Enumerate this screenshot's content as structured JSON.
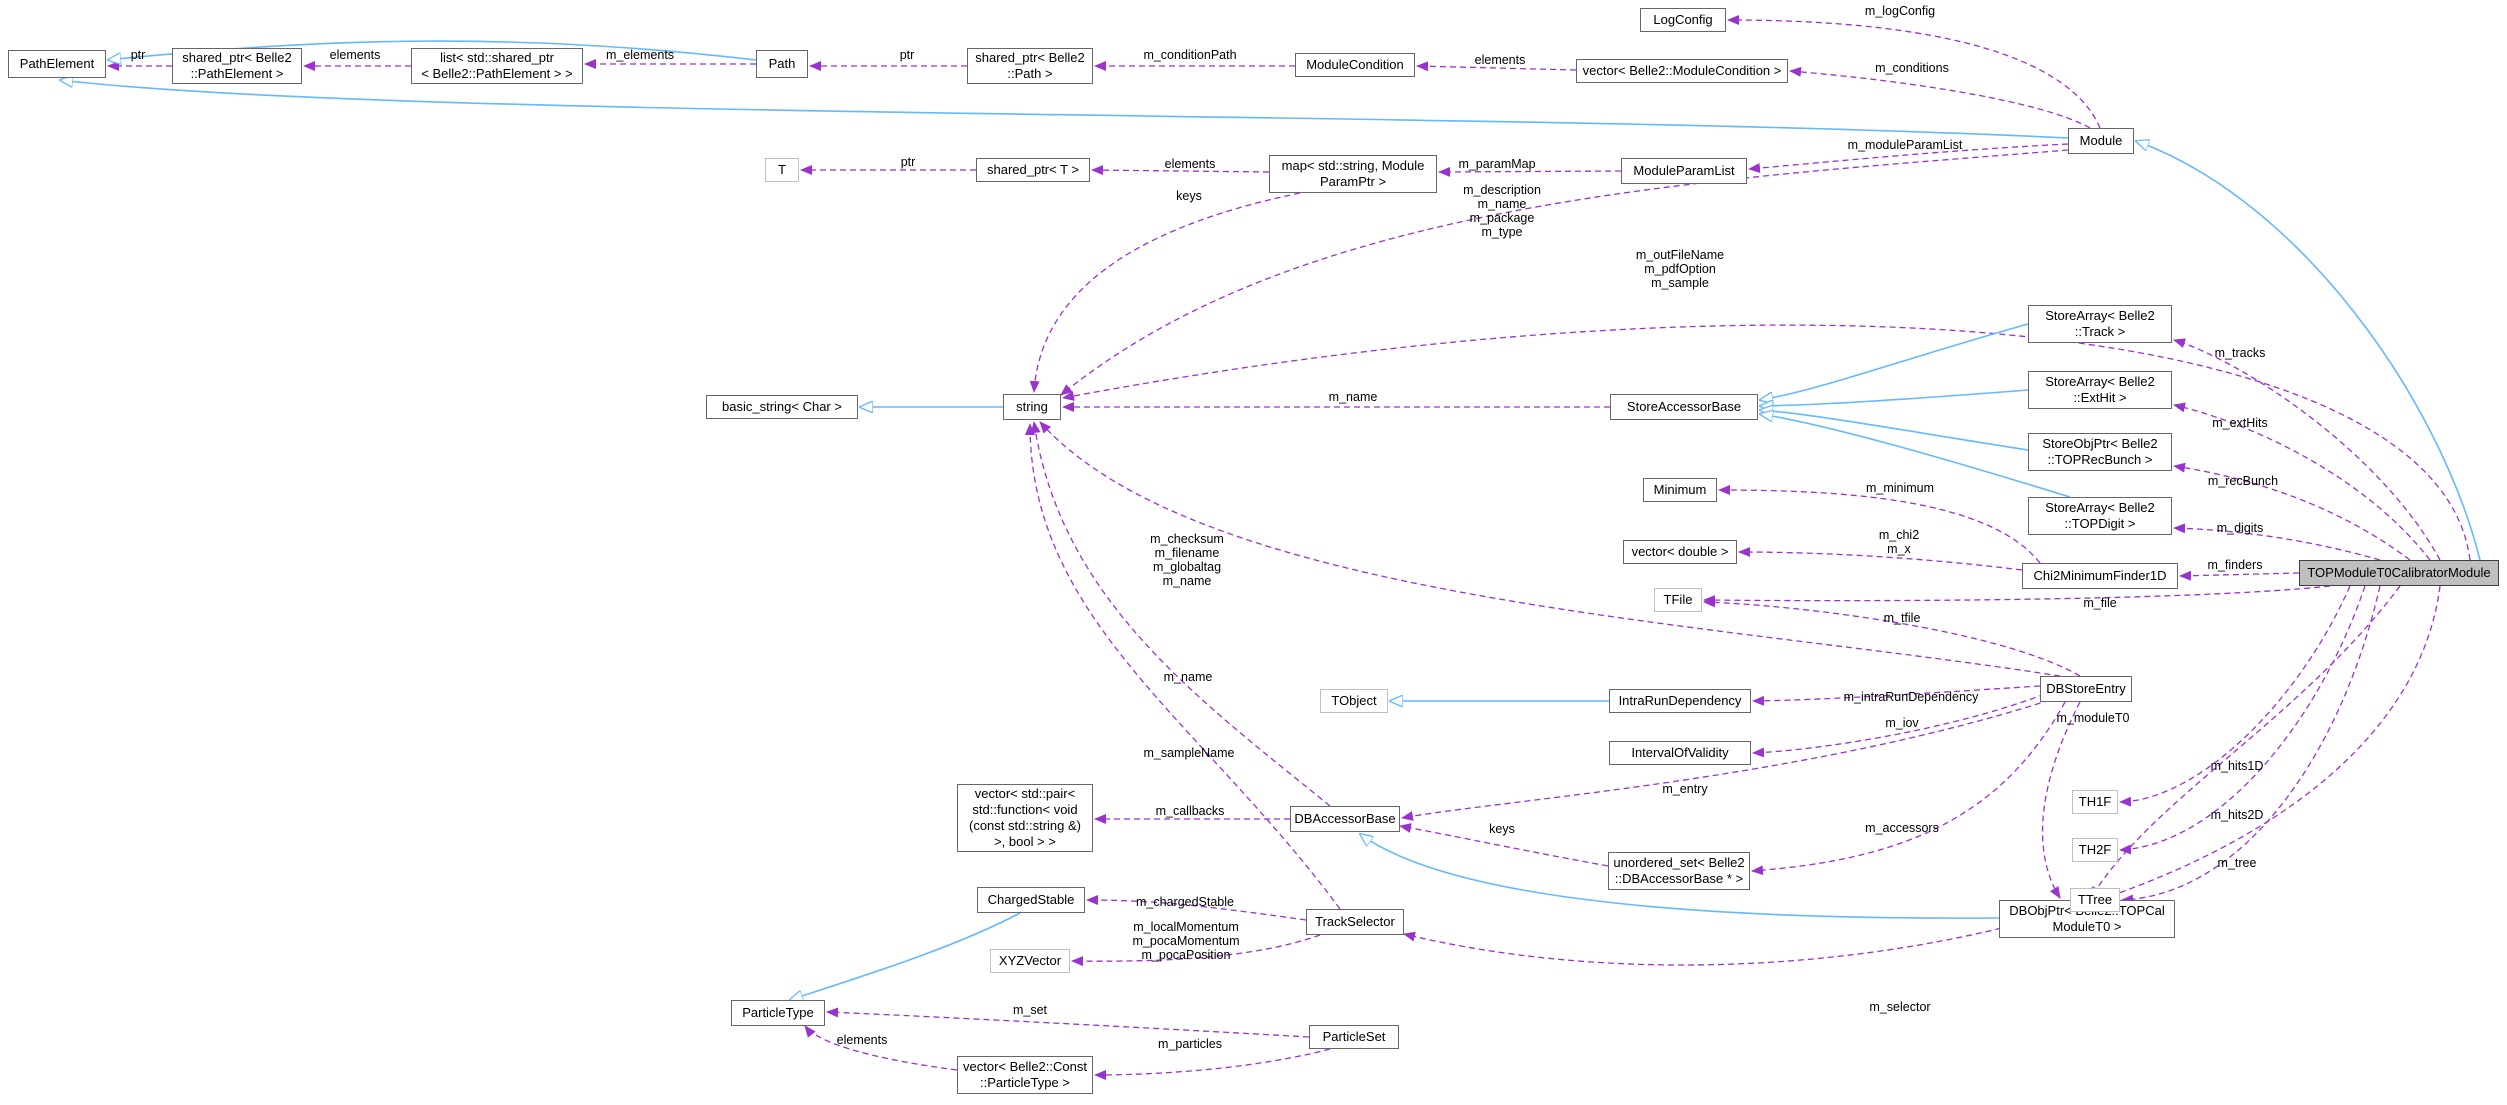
{
  "diagram": {
    "colors": {
      "inheritance_edge": "#63b8ff",
      "member_edge": "#9a32cd",
      "node_border": "#666666",
      "external_border": "#bfbfbf",
      "focus_fill": "#bfbfbf"
    },
    "nodes": {
      "path_element": "PathElement",
      "shared_ptr_path_element": "shared_ptr< Belle2\n::PathElement >",
      "list_shared_ptr": "list< std::shared_ptr\n< Belle2::PathElement > >",
      "path": "Path",
      "shared_ptr_path": "shared_ptr< Belle2\n::Path >",
      "module_condition": "ModuleCondition",
      "vector_module_condition": "vector< Belle2::ModuleCondition >",
      "log_config": "LogConfig",
      "module": "Module",
      "t": "T",
      "shared_ptr_t": "shared_ptr< T >",
      "map_param": "map< std::string, Module\nParamPtr >",
      "module_param_list": "ModuleParamList",
      "basic_string": "basic_string< Char >",
      "string": "string",
      "store_accessor_base": "StoreAccessorBase",
      "store_array_track": "StoreArray< Belle2\n::Track >",
      "store_array_exthit": "StoreArray< Belle2\n::ExtHit >",
      "store_objptr_recbunch": "StoreObjPtr< Belle2\n::TOPRecBunch >",
      "store_array_digit": "StoreArray< Belle2\n::TOPDigit >",
      "minimum": "Minimum",
      "vector_double": "vector< double >",
      "chi2_finder": "Chi2MinimumFinder1D",
      "calibrator": "TOPModuleT0CalibratorModule",
      "tfile": "TFile",
      "dbstore_entry": "DBStoreEntry",
      "tobject": "TObject",
      "intra_run": "IntraRunDependency",
      "interval": "IntervalOfValidity",
      "vector_callbacks": "vector< std::pair<\nstd::function< void\n(const std::string &)\n>, bool > >",
      "db_accessor_base": "DBAccessorBase",
      "unordered_set": "unordered_set< Belle2\n::DBAccessorBase * >",
      "dbobjptr": "DBObjPtr< Belle2::TOPCal\nModuleT0 >",
      "th1f": "TH1F",
      "th2f": "TH2F",
      "ttree": "TTree",
      "charged_stable": "ChargedStable",
      "xyz_vector": "XYZVector",
      "track_selector": "TrackSelector",
      "particle_type": "ParticleType",
      "particle_set": "ParticleSet",
      "vector_const_particle": "vector< Belle2::Const\n::ParticleType >"
    },
    "edge_labels": {
      "ptr_path_element": "ptr",
      "elements_list": "elements",
      "m_elements": "m_elements",
      "ptr_path": "ptr",
      "m_condition_path": "m_conditionPath",
      "elements_conditions": "elements",
      "m_log_config": "m_logConfig",
      "m_conditions": "m_conditions",
      "ptr_t": "ptr",
      "elements_map": "elements",
      "m_param_map": "m_paramMap",
      "m_module_param_list": "m_moduleParamList",
      "keys_map": "keys",
      "module_strings": "m_description\nm_name\nm_package\nm_type",
      "calibrator_strings": "m_outFileName\nm_pdfOption\nm_sample",
      "m_name_store": "m_name",
      "m_tracks": "m_tracks",
      "m_ext_hits": "m_extHits",
      "m_rec_bunch": "m_recBunch",
      "m_digits": "m_digits",
      "m_minimum": "m_minimum",
      "m_chi2_x": "m_chi2\nm_x",
      "m_finders": "m_finders",
      "dbentry_strings": "m_checksum\nm_filename\nm_globaltag\nm_name",
      "m_file": "m_file",
      "m_tfile": "m_tfile",
      "m_name_db": "m_name",
      "m_intra_run_dependency": "m_intraRunDependency",
      "m_iov": "m_iov",
      "m_module_t0": "m_moduleT0",
      "m_sample_name": "m_sampleName",
      "m_entry": "m_entry",
      "m_callbacks": "m_callbacks",
      "keys_unordered": "keys",
      "m_accessors": "m_accessors",
      "m_hits_1d": "m_hits1D",
      "m_hits_2d": "m_hits2D",
      "m_tree": "m_tree",
      "m_charged_stable": "m_chargedStable",
      "track_vectors": "m_localMomentum\nm_pocaMomentum\nm_pocaPosition",
      "m_set": "m_set",
      "m_particles": "m_particles",
      "elements_particles": "elements",
      "m_selector": "m_selector"
    }
  }
}
